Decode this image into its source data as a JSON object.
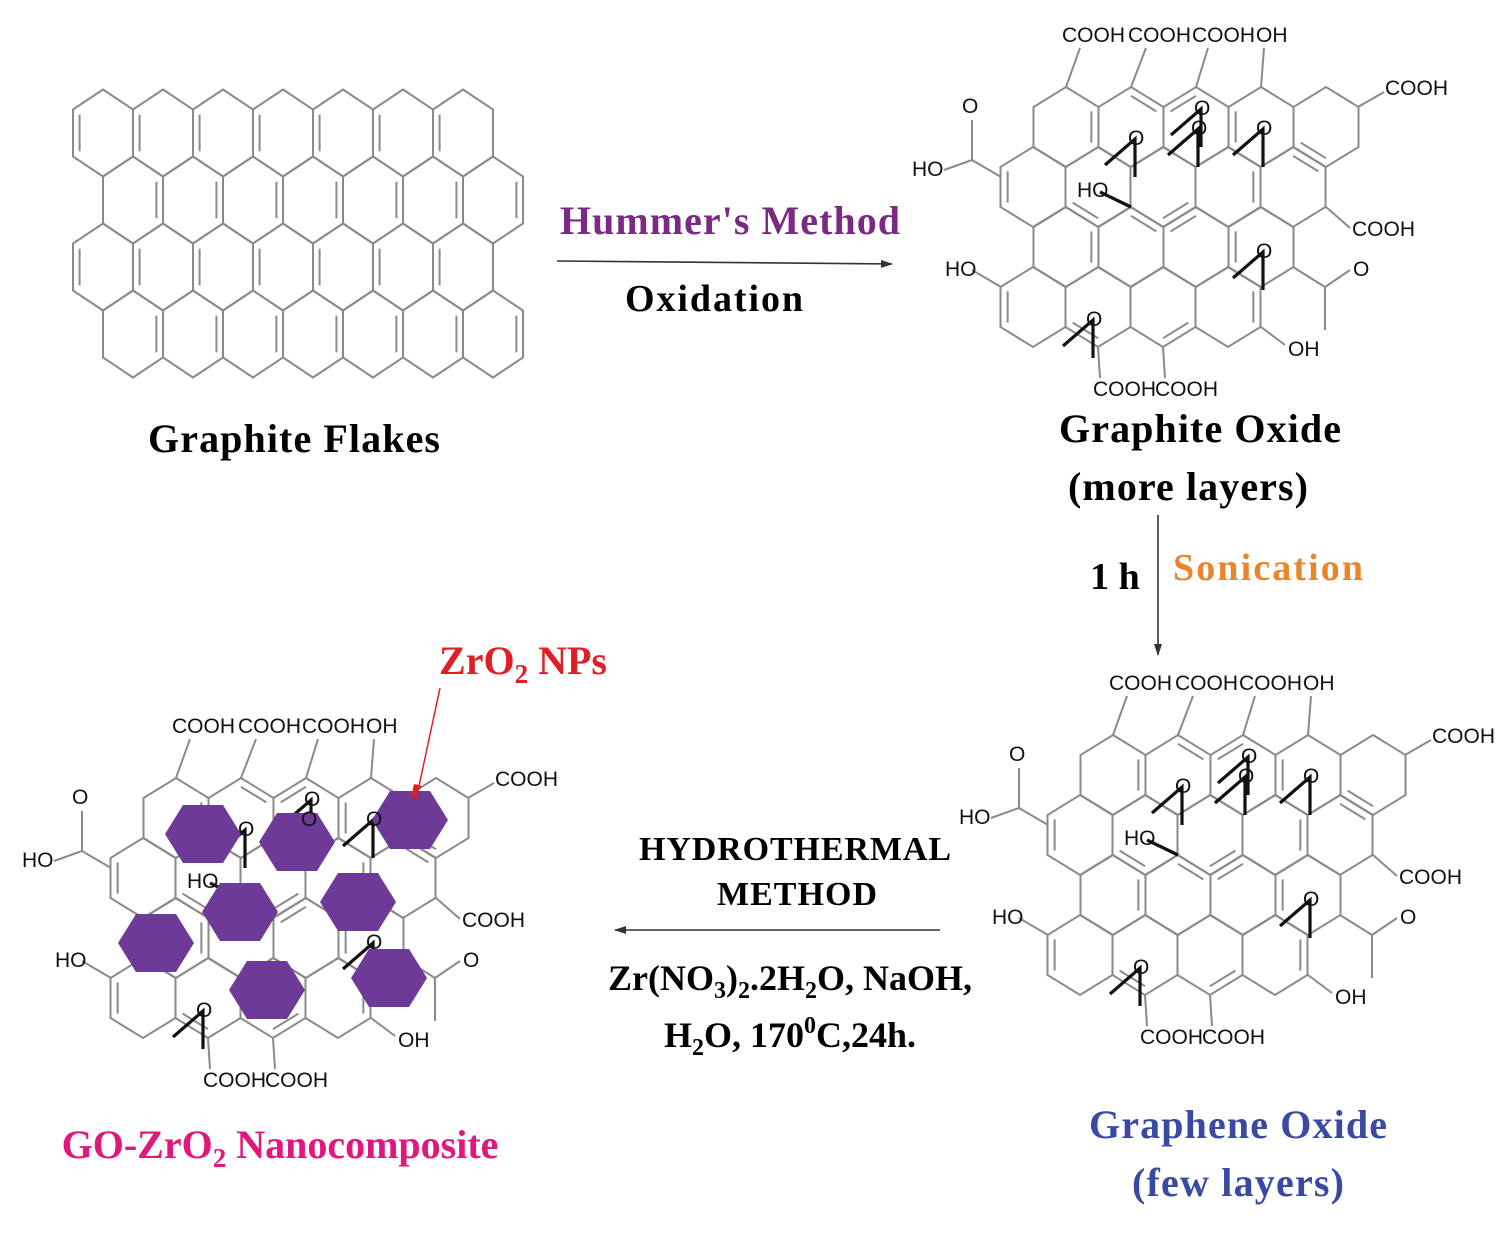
{
  "steps": {
    "graphite": {
      "label": "Graphite Flakes"
    },
    "graphite_oxide": {
      "label": "Graphite Oxide",
      "sublabel": "(more layers)"
    },
    "graphene_oxide": {
      "label": "Graphene Oxide",
      "sublabel": "(few layers)"
    },
    "composite": {
      "label_parts": [
        "GO-ZrO",
        "2",
        " Nanocomposite"
      ]
    }
  },
  "arrows": {
    "oxidation": {
      "method": "Hummer's Method",
      "process": "Oxidation"
    },
    "sonication": {
      "time": "1 h",
      "process": "Sonication"
    },
    "hydrothermal": {
      "line1": "HYDROTHERMAL",
      "line2": "METHOD",
      "reagents1": [
        "Zr(NO",
        "3",
        ")",
        "2",
        ".2H",
        "2",
        "O, NaOH,"
      ],
      "reagents2": [
        "H",
        "2",
        "O, 170",
        "0",
        "C,24h."
      ]
    }
  },
  "nanoparticle_label": [
    "ZrO",
    "2",
    " NPs"
  ],
  "functional_groups": [
    "COOH",
    "COOH",
    "COOH",
    "OH",
    "COOH",
    "O",
    "HO",
    "HO",
    "COOH",
    "HO",
    "O",
    "OH",
    "COOH",
    "COOH"
  ],
  "epoxide_label": "O",
  "colors": {
    "hummers_method": "#7a2a82",
    "sonication": "#e8862c",
    "graphene_oxide": "#3a4aa3",
    "composite": "#e0177c",
    "nanoparticle_label": "#e01e25",
    "nanoparticle_fill": "#6e3a97",
    "bonds": "#8a8a8a",
    "text": "#111111"
  }
}
